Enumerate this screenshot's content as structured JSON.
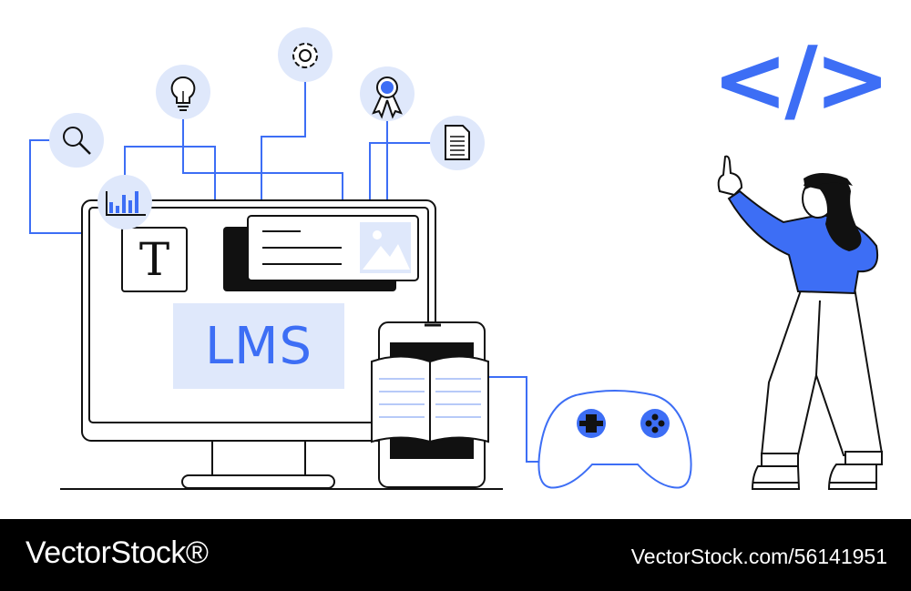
{
  "illustration": {
    "lms_label": "LMS",
    "text_tool_letter": "T",
    "code_symbol": "</>",
    "icons": [
      "search-icon",
      "bar-chart-icon",
      "lightbulb-icon",
      "gear-icon",
      "award-ribbon-icon",
      "document-icon",
      "image-icon",
      "open-book-icon",
      "gamepad-icon",
      "monitor-icon",
      "tablet-icon"
    ],
    "colors": {
      "accent": "#3d6ef5",
      "light_accent": "#dfe8fb",
      "line": "#111111"
    }
  },
  "footer": {
    "brand": "VectorStock®",
    "stock_id": "VectorStock.com/56141951"
  }
}
